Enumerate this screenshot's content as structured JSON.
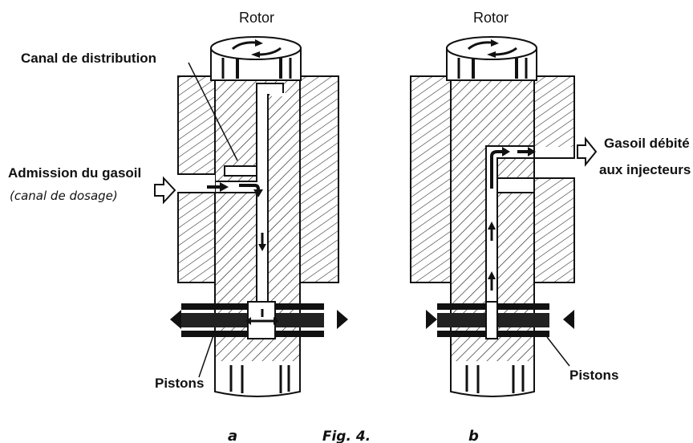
{
  "diagram_a": {
    "title": "Rotor",
    "label_channel": "Canal de distribution",
    "label_inlet": "Admission du gasoil",
    "label_inlet_sub": "(canal de dosage)",
    "label_pistons": "Pistons",
    "sublabel": "a"
  },
  "diagram_b": {
    "title": "Rotor",
    "label_outlet_1": "Gasoil débité",
    "label_outlet_2": "aux injecteurs",
    "label_pistons": "Pistons",
    "sublabel": "b"
  },
  "caption": "Fig. 4."
}
